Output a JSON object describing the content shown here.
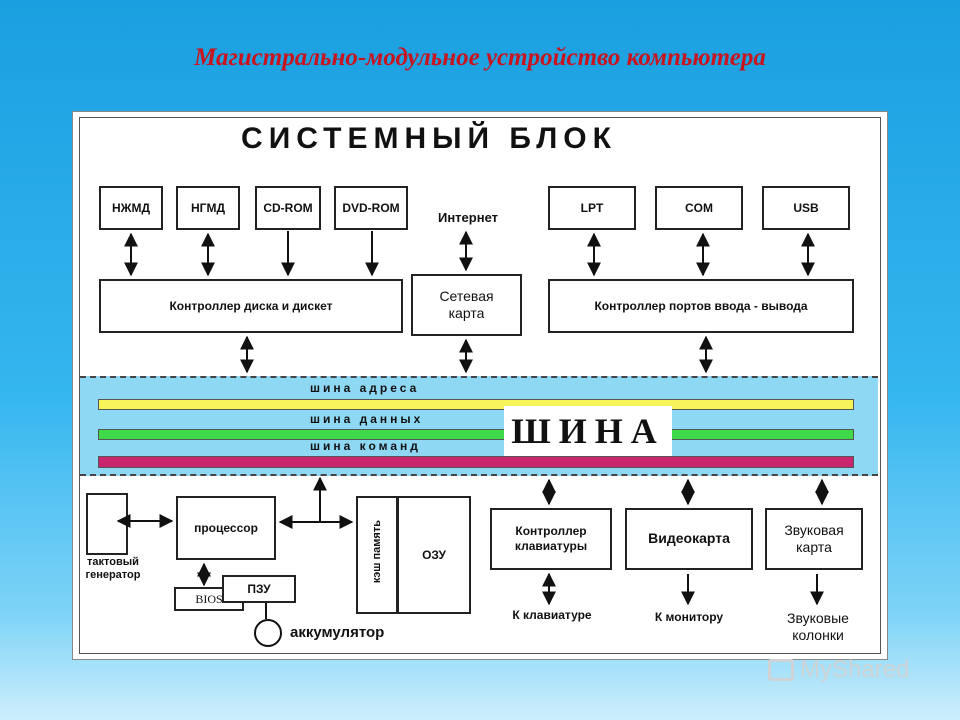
{
  "slide_title": "Магистрально-модульное устройство компьютера",
  "diagram": {
    "heading": "СИСТЕМНЫЙ БЛОК",
    "drives": [
      "НЖМД",
      "НГМД",
      "CD-ROM",
      "DVD-ROM"
    ],
    "ports": [
      "LPT",
      "COM",
      "USB"
    ],
    "internet_label": "Интернет",
    "disk_controller": "Контроллер диска и дискет",
    "network_card": "Сетевая карта",
    "io_controller": "Контроллер портов ввода - вывода",
    "bus": {
      "address": "шина адреса",
      "data": "шина данных",
      "command": "шина команд",
      "main_label": "ШИНА",
      "colors": {
        "address": "#f5f55a",
        "data": "#3fd94a",
        "command": "#c8266e"
      }
    },
    "clock_generator": "тактовый генератор",
    "processor": "процессор",
    "bios": "BIOS",
    "rom": "ПЗУ",
    "battery": "аккумулятор",
    "cache": "кэш память",
    "ram": "ОЗУ",
    "keyboard_controller": "Контроллер клавиатуры",
    "to_keyboard": "К клавиатуре",
    "video_card": "Видеокарта",
    "to_monitor": "К монитору",
    "sound_card": "Звуковая карта",
    "speakers": "Звуковые колонки"
  },
  "watermark": "MyShared"
}
